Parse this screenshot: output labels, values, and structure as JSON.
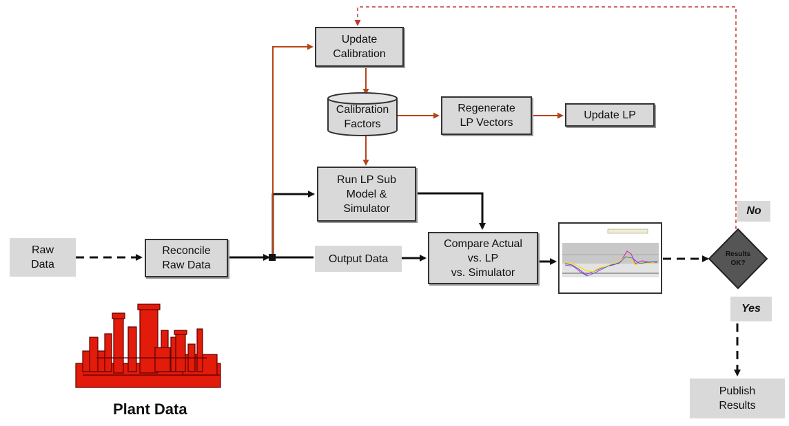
{
  "nodes": {
    "raw_data": "Raw\nData",
    "reconcile": "Reconcile\nRaw Data",
    "update_calibration": "Update\nCalibration",
    "calibration_factors": "Calibration\nFactors",
    "regenerate": "Regenerate\nLP Vectors",
    "update_lp": "Update LP",
    "run_lp": "Run LP Sub\nModel &\nSimulator",
    "output_data": "Output Data",
    "compare": "Compare Actual\nvs. LP\nvs. Simulator",
    "decision": "Results\nOK?",
    "publish": "Publish\nResults"
  },
  "labels": {
    "no": "No",
    "yes": "Yes",
    "plant_data": "Plant Data"
  },
  "colors": {
    "box_fill": "#d9d9d9",
    "calibration_arrow": "#b5441a",
    "feedback_dashed": "#c0392b",
    "plant_icon": "#e31b0b",
    "diamond_fill": "#555555"
  },
  "icons": {
    "plant": "refinery-icon",
    "thumbnail": "line-chart-thumbnail"
  }
}
